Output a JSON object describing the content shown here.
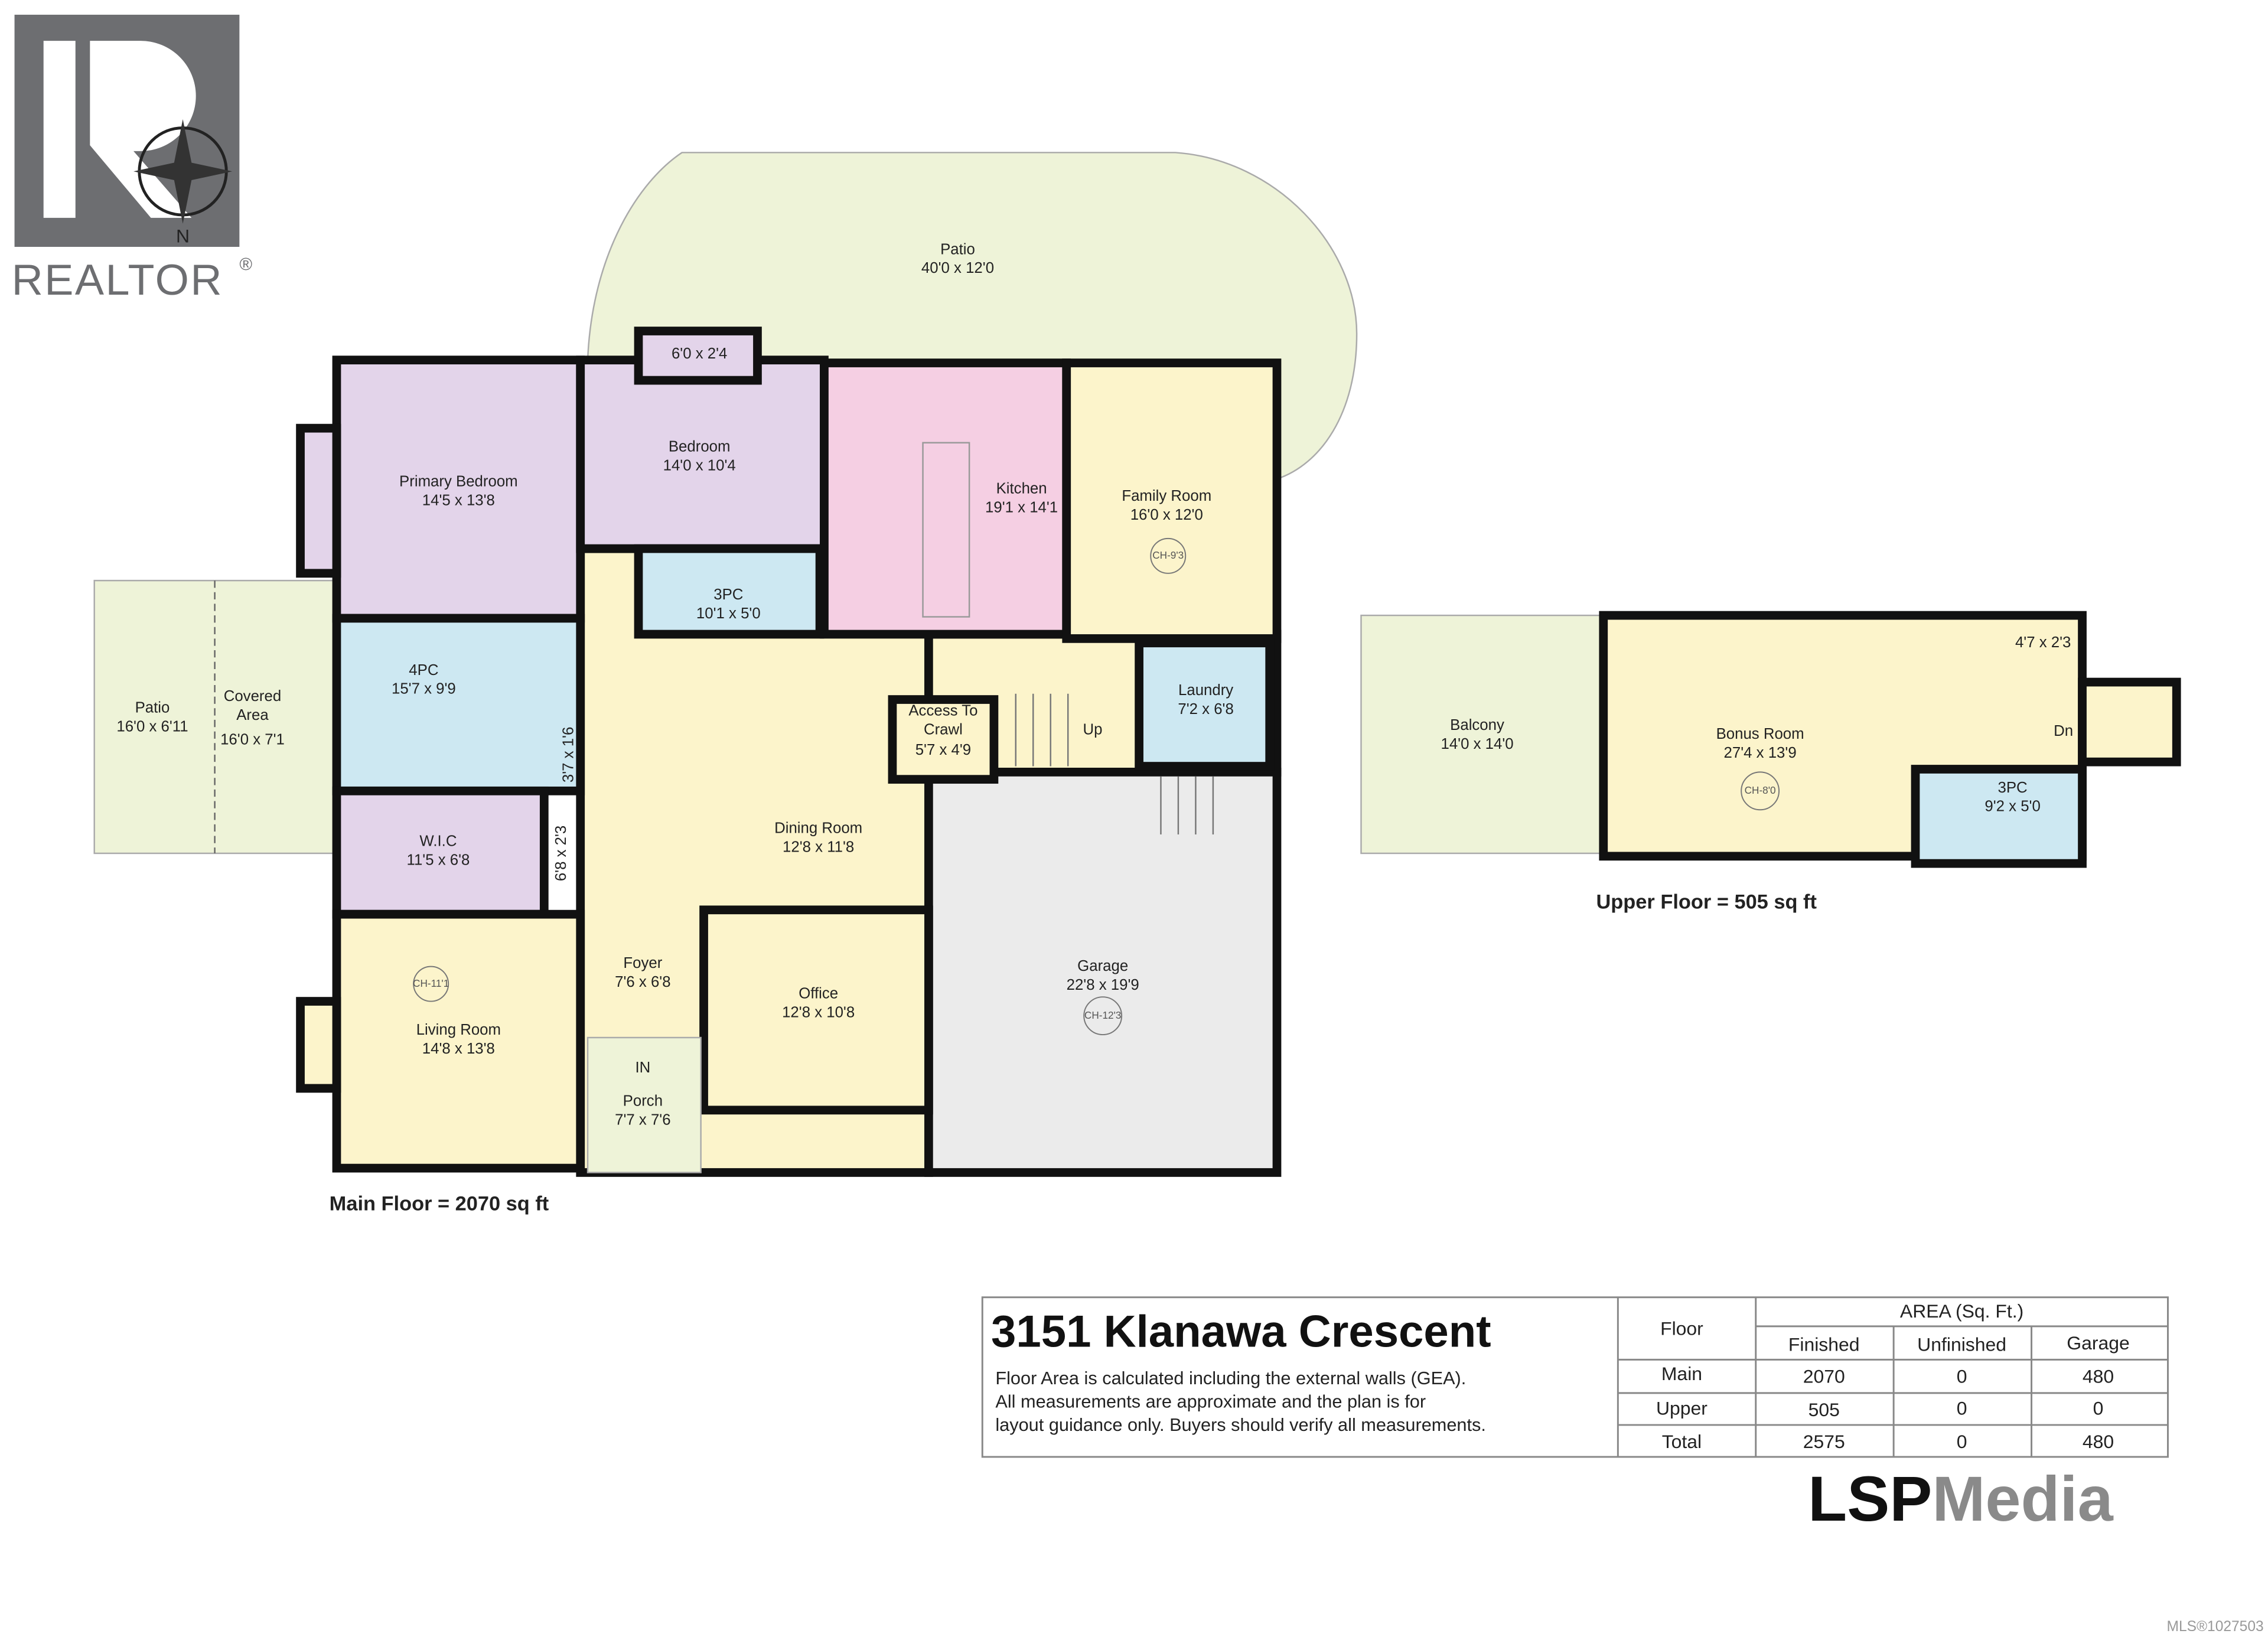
{
  "logo": {
    "brand": "REALTOR",
    "mark": "®",
    "compass": "N"
  },
  "colors": {
    "bedroom": "#e3d4ea",
    "bath": "#cde8f2",
    "kitchen": "#f5cfe3",
    "living": "#fcf4cb",
    "outdoor": "#eef3d8",
    "garage": "#ebebeb",
    "walls": "#111111"
  },
  "main_floor": {
    "label": "Main Floor = 2070 sq ft",
    "rooms": [
      {
        "name": "Patio",
        "dims": "40'0 x 12'0"
      },
      {
        "name": "Primary Bedroom",
        "dims": "14'5 x 13'8"
      },
      {
        "name": "Bedroom",
        "dims": "14'0 x 10'4"
      },
      {
        "name": "",
        "dims": "6'0 x 2'4"
      },
      {
        "name": "Kitchen",
        "dims": "19'1 x 14'1"
      },
      {
        "name": "Family Room",
        "dims": "16'0 x 12'0",
        "ceiling": "CH-9'3"
      },
      {
        "name": "3PC",
        "dims": "10'1 x 5'0"
      },
      {
        "name": "4PC",
        "dims": "15'7 x 9'9"
      },
      {
        "name": "Patio",
        "dims": "16'0 x 6'11"
      },
      {
        "name": "Covered Area",
        "dims": "16'0 x 7'1"
      },
      {
        "name": "W.I.C",
        "dims": "11'5 x 6'8"
      },
      {
        "name": "",
        "dims": "3'7 x 1'6"
      },
      {
        "name": "",
        "dims": "6'8 x 2'3"
      },
      {
        "name": "Access To Crawl",
        "dims": "5'7 x 4'9"
      },
      {
        "name": "Laundry",
        "dims": "7'2 x 6'8"
      },
      {
        "name": "Dining Room",
        "dims": "12'8 x 11'8"
      },
      {
        "name": "Living Room",
        "dims": "14'8 x 13'8",
        "ceiling": "CH-11'1"
      },
      {
        "name": "Foyer",
        "dims": "7'6 x 6'8"
      },
      {
        "name": "Office",
        "dims": "12'8 x 10'8"
      },
      {
        "name": "Porch",
        "dims": "7'7 x 7'6"
      },
      {
        "name": "Garage",
        "dims": "22'8 x 19'9",
        "ceiling": "CH-12'3"
      }
    ],
    "stair_label": "Up",
    "entry_label": "IN"
  },
  "upper_floor": {
    "label": "Upper Floor = 505 sq ft",
    "rooms": [
      {
        "name": "Balcony",
        "dims": "14'0 x 14'0"
      },
      {
        "name": "Bonus Room",
        "dims": "27'4 x 13'9",
        "ceiling": "CH-8'0"
      },
      {
        "name": "",
        "dims": "4'7 x 2'3"
      },
      {
        "name": "3PC",
        "dims": "9'2 x 5'0"
      }
    ],
    "stair_label": "Dn"
  },
  "info": {
    "address": "3151 Klanawa Crescent",
    "note_lines": [
      "Floor Area is calculated including the external walls (GEA).",
      "All measurements are approximate and the plan is for",
      "layout guidance only. Buyers should verify all measurements."
    ]
  },
  "area_table": {
    "floor_header": "Floor",
    "group_header": "AREA (Sq. Ft.)",
    "columns": [
      "Finished",
      "Unfinished",
      "Garage"
    ],
    "rows": [
      {
        "floor": "Main",
        "finished": "2070",
        "unfinished": "0",
        "garage": "480"
      },
      {
        "floor": "Upper",
        "finished": "505",
        "unfinished": "0",
        "garage": "0"
      },
      {
        "floor": "Total",
        "finished": "2575",
        "unfinished": "0",
        "garage": "480"
      }
    ]
  },
  "credit": {
    "part1": "LSP",
    "part2": "Media"
  },
  "mls": "MLS®1027503"
}
